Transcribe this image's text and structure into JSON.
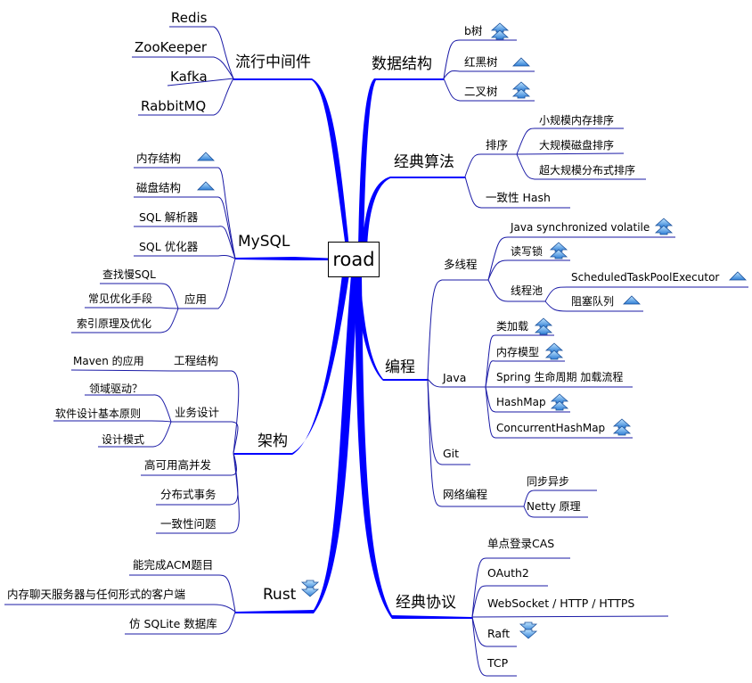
{
  "root": "road",
  "left": {
    "middleware": {
      "label": "流行中间件",
      "children": [
        "Redis",
        "ZooKeeper",
        "Kafka",
        "RabbitMQ"
      ]
    },
    "mysql": {
      "label": "MySQL",
      "children": [
        "内存结构",
        "磁盘结构",
        "SQL 解析器",
        "SQL 优化器",
        "应用"
      ],
      "app_children": [
        "查找慢SQL",
        "常见优化手段",
        "索引原理及优化"
      ]
    },
    "arch": {
      "label": "架构",
      "children": [
        "工程结构",
        "业务设计",
        "高可用高并发",
        "分布式事务",
        "一致性问题"
      ],
      "eng_children": [
        "Maven 的应用"
      ],
      "biz_children": [
        "领域驱动？",
        "软件设计基本原则",
        "设计模式"
      ]
    },
    "rust": {
      "label": "Rust",
      "children": [
        "能完成ACM题目",
        "内存聊天服务器与任何形式的客户端",
        "仿 SQLite 数据库"
      ]
    }
  },
  "right": {
    "ds": {
      "label": "数据结构",
      "children": [
        "b树",
        "红黑树",
        "二叉树"
      ]
    },
    "algo": {
      "label": "经典算法",
      "children": [
        "排序",
        "一致性 Hash"
      ],
      "sort_children": [
        "小规模内存排序",
        "大规模磁盘排序",
        "超大规模分布式排序"
      ]
    },
    "prog": {
      "label": "编程",
      "children": [
        "多线程",
        "Java",
        "Git",
        "网络编程"
      ],
      "mt_children": [
        "Java synchronized volatile",
        "读写锁",
        "线程池"
      ],
      "pool_children": [
        "ScheduledTaskPoolExecutor",
        "阻塞队列"
      ],
      "java_children": [
        "类加载",
        "内存模型",
        "Spring 生命周期 加载流程",
        "HashMap",
        "ConcurrentHashMap"
      ],
      "net_children": [
        "同步异步",
        "Netty 原理"
      ]
    },
    "proto": {
      "label": "经典协议",
      "children": [
        "单点登录CAS",
        "OAuth2",
        "WebSocket / HTTP / HTTPS",
        "Raft",
        "TCP"
      ]
    }
  },
  "icons": {
    "priority_up": "double-up-arrow-icon",
    "priority_low": "single-up-arrow-icon",
    "priority_down": "double-down-arrow-icon"
  },
  "colors": {
    "branch": "#0000ff",
    "line": "#1a1aa6",
    "icon_fill": "#3a8ee6"
  }
}
